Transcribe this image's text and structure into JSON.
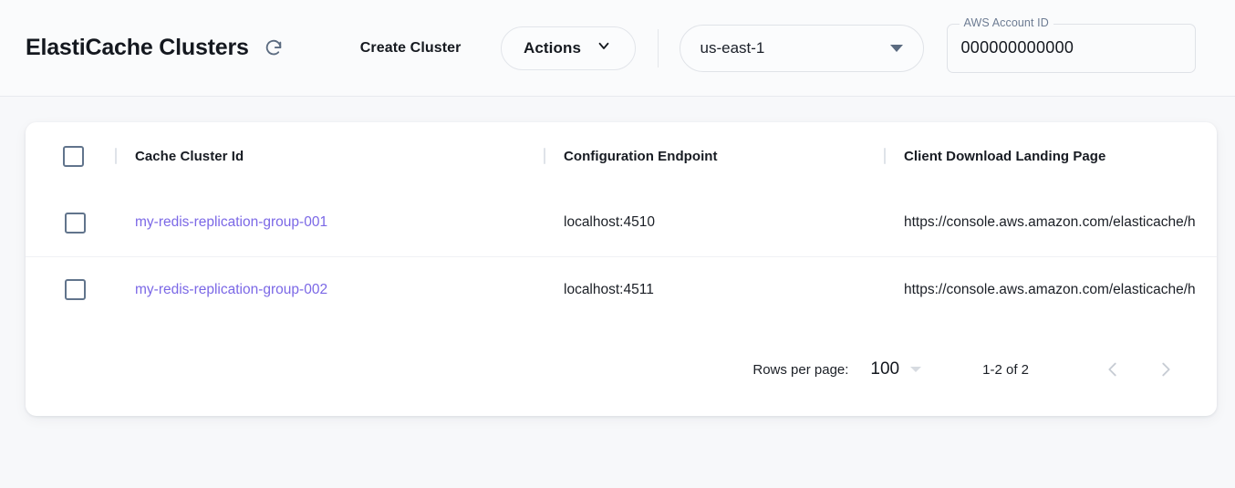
{
  "header": {
    "title": "ElastiCache Clusters",
    "refresh_icon": "refresh-icon",
    "create_cluster_label": "Create Cluster",
    "actions_label": "Actions",
    "actions_chevron_icon": "chevron-down-icon",
    "region": {
      "value": "us-east-1",
      "dropdown_icon": "triangle-down-icon"
    },
    "account": {
      "label": "AWS Account ID",
      "value": "000000000000"
    }
  },
  "table": {
    "columns": [
      {
        "key": "select",
        "label": ""
      },
      {
        "key": "cache_cluster_id",
        "label": "Cache Cluster Id"
      },
      {
        "key": "configuration_endpoint",
        "label": "Configuration Endpoint"
      },
      {
        "key": "client_download_landing_page",
        "label": "Client Download Landing Page"
      }
    ],
    "select_all_checked": false,
    "rows": [
      {
        "selected": false,
        "cache_cluster_id": "my-redis-replication-group-001",
        "configuration_endpoint": "localhost:4510",
        "client_download_landing_page": "https://console.aws.amazon.com/elasticache/h"
      },
      {
        "selected": false,
        "cache_cluster_id": "my-redis-replication-group-002",
        "configuration_endpoint": "localhost:4511",
        "client_download_landing_page": "https://console.aws.amazon.com/elasticache/h"
      }
    ]
  },
  "pagination": {
    "rows_per_page_label": "Rows per page:",
    "rows_per_page_value": "100",
    "rows_per_page_icon": "triangle-down-icon",
    "range_label": "1-2 of 2",
    "prev_icon": "chevron-left-icon",
    "next_icon": "chevron-right-icon",
    "prev_disabled": true,
    "next_disabled": true
  },
  "colors": {
    "link": "#7b68e6",
    "page_bg": "#f7f8fa",
    "card_bg": "#ffffff",
    "checkbox_border": "#61748c",
    "text": "#1b1f26",
    "muted": "#6d7c93"
  }
}
